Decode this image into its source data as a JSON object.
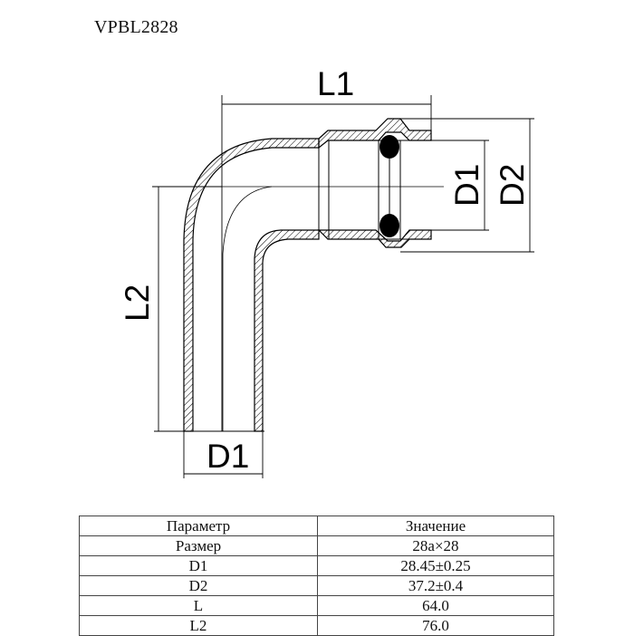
{
  "product_code": "VPBL2828",
  "drawing": {
    "labels": {
      "l1": "L1",
      "l2": "L2",
      "d1_right": "D1",
      "d2": "D2",
      "d1_bottom": "D1"
    }
  },
  "table": {
    "headers": [
      "Параметр",
      "Значение"
    ],
    "rows": [
      {
        "param": "Размер",
        "value": "28a×28"
      },
      {
        "param": "D1",
        "value": "28.45±0.25"
      },
      {
        "param": "D2",
        "value": "37.2±0.4"
      },
      {
        "param": "L",
        "value": "64.0"
      },
      {
        "param": "L2",
        "value": "76.0"
      }
    ]
  }
}
